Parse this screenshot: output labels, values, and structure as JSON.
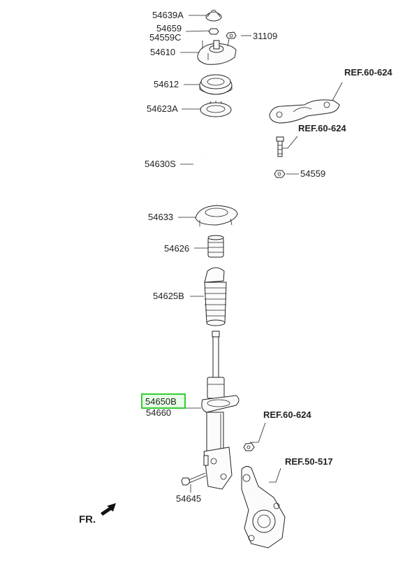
{
  "labels": {
    "p54639A": "54639A",
    "p54659": "54659",
    "p54559C": "54559C",
    "p31109": "31109",
    "p54610": "54610",
    "p54612": "54612",
    "p54623A": "54623A",
    "p54630S": "54630S",
    "p54633": "54633",
    "p54626": "54626",
    "p54625B": "54625B",
    "p54650B": "54650B",
    "p54660": "54660",
    "p54645": "54645",
    "p54559": "54559"
  },
  "refs": {
    "bracket": "REF.60-624",
    "bolt": "REF.60-624",
    "nut": "REF.60-624",
    "knuckle": "REF.50-517"
  },
  "direction": "FR.",
  "highlight_color": "#33cc33"
}
